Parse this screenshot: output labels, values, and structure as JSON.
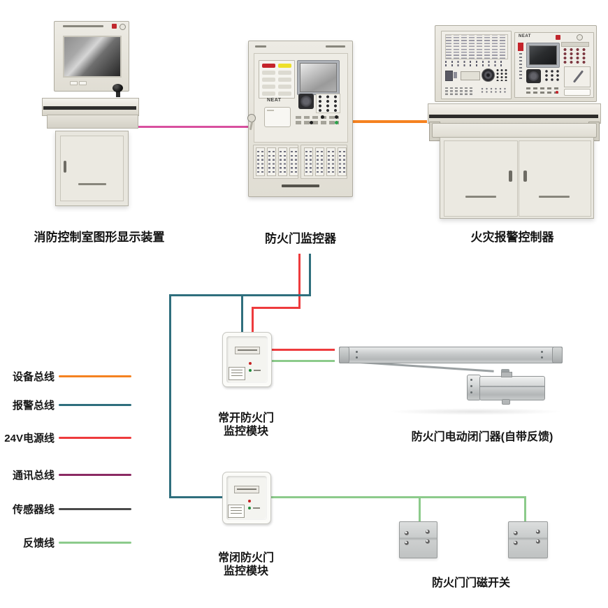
{
  "devices": {
    "graphic_display": {
      "label": "消防控制室图形显示装置"
    },
    "door_monitor": {
      "label": "防火门监控器",
      "brand": "NEAT"
    },
    "fire_alarm": {
      "label": "火灾报警控制器",
      "brand": "NEAT"
    }
  },
  "modules": {
    "normally_open": {
      "line1": "常开防火门",
      "line2": "监控模块"
    },
    "normally_closed": {
      "line1": "常闭防火门",
      "line2": "监控模块"
    }
  },
  "equipment": {
    "door_closer_label": "防火门电动闭门器(自带反馈)",
    "magnetic_switch_label": "防火门门磁开关"
  },
  "legend": {
    "items": [
      {
        "name": "device-bus",
        "label": "设备总线",
        "color": "#f58220"
      },
      {
        "name": "alarm-bus",
        "label": "报警总线",
        "color": "#2f6f7d"
      },
      {
        "name": "24v-power",
        "label": "24V电源线",
        "color": "#ee3b3d"
      },
      {
        "name": "comm-bus",
        "label": "通讯总线",
        "color": "#8b2a63"
      },
      {
        "name": "sensor",
        "label": "传感器线",
        "color": "#4a4a4a"
      },
      {
        "name": "feedback",
        "label": "反馈线",
        "color": "#8ccb8b"
      }
    ]
  },
  "wires": {
    "comm_link": "#d8509f",
    "device_bus": "#f58220",
    "alarm_bus": "#2f6f7d",
    "power_24v": "#ee3b3d",
    "feedback": "#8ccb8b"
  }
}
